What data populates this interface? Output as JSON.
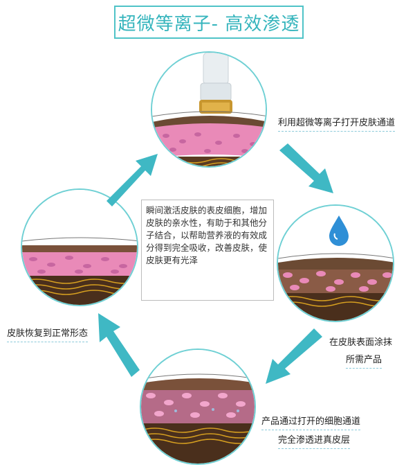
{
  "title": "超微等离子- 高效渗透",
  "steps": [
    {
      "caption": "利用超微等离子打开皮肤通道"
    },
    {
      "caption_line1": "在皮肤表面涂抹",
      "caption_line2": "所需产品"
    },
    {
      "caption_line1": "产品通过打开的细胞通道",
      "caption_line2": "完全渗透进真皮层"
    },
    {
      "caption": "皮肤恢复到正常形态"
    }
  ],
  "center_text": "瞬间激活皮肤的表皮细胞，增加皮肤的亲水性，有助于和其他分子结合，以帮助营养液的有效成分得到完全吸收，改善皮肤，使皮肤更有光泽",
  "colors": {
    "accent": "#36b5bd",
    "circle_border": "#6fd0d4",
    "arrow": "#3fb8c4",
    "skin_pink": "#e98ab8",
    "skin_brown": "#6b4a33",
    "fiber_gold": "#d7a020",
    "drop_blue": "#2f8fd6"
  }
}
